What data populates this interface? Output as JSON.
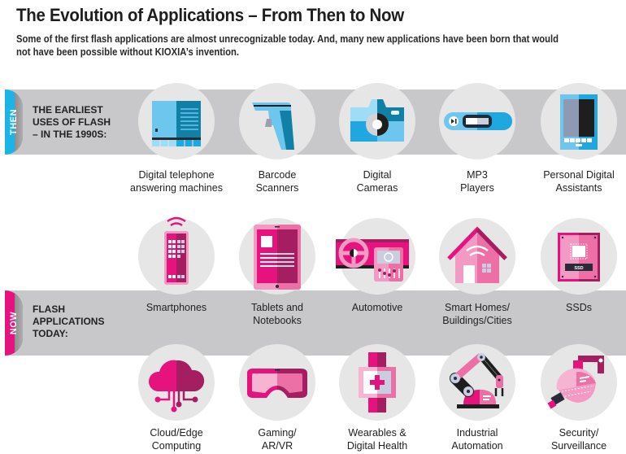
{
  "header": {
    "title": "The Evolution of Applications – From Then to Now",
    "subtitle": "Some of the first flash applications are almost unrecognizable today. And, many new applications have been born that would not have been possible without KIOXIA’s invention."
  },
  "then_section": {
    "tab_label": "THEN",
    "heading": "THE EARLIEST\nUSES OF FLASH\n– IN THE 1990S:",
    "accent_color": "#1bb4e6",
    "items": [
      {
        "label": "Digital telephone\nanswering machines",
        "icon": "answering-machine-icon"
      },
      {
        "label": "Barcode\nScanners",
        "icon": "barcode-scanner-icon"
      },
      {
        "label": "Digital\nCameras",
        "icon": "camera-icon"
      },
      {
        "label": "MP3\nPlayers",
        "icon": "mp3-player-icon"
      },
      {
        "label": "Personal Digital\nAssistants",
        "icon": "pda-icon"
      }
    ]
  },
  "now_section": {
    "tab_label": "NOW",
    "heading": "FLASH\nAPPLICATIONS\nTODAY:",
    "accent_color": "#e6137f",
    "items_row1": [
      {
        "label": "Smartphones",
        "icon": "smartphone-icon"
      },
      {
        "label": "Tablets and\nNotebooks",
        "icon": "tablet-icon"
      },
      {
        "label": "Automotive",
        "icon": "automotive-icon"
      },
      {
        "label": "Smart Homes/\nBuildings/Cities",
        "icon": "smart-home-icon"
      },
      {
        "label": "SSDs",
        "icon": "ssd-icon"
      }
    ],
    "items_row2": [
      {
        "label": "Cloud/Edge\nComputing",
        "icon": "cloud-icon"
      },
      {
        "label": "Gaming/\nAR/VR",
        "icon": "vr-headset-icon"
      },
      {
        "label": "Wearables &\nDigital Health",
        "icon": "smartwatch-icon"
      },
      {
        "label": "Industrial\nAutomation",
        "icon": "robot-arm-icon"
      },
      {
        "label": "Security/\nSurveillance",
        "icon": "security-camera-icon"
      }
    ],
    "ssd_text": "SSD"
  }
}
